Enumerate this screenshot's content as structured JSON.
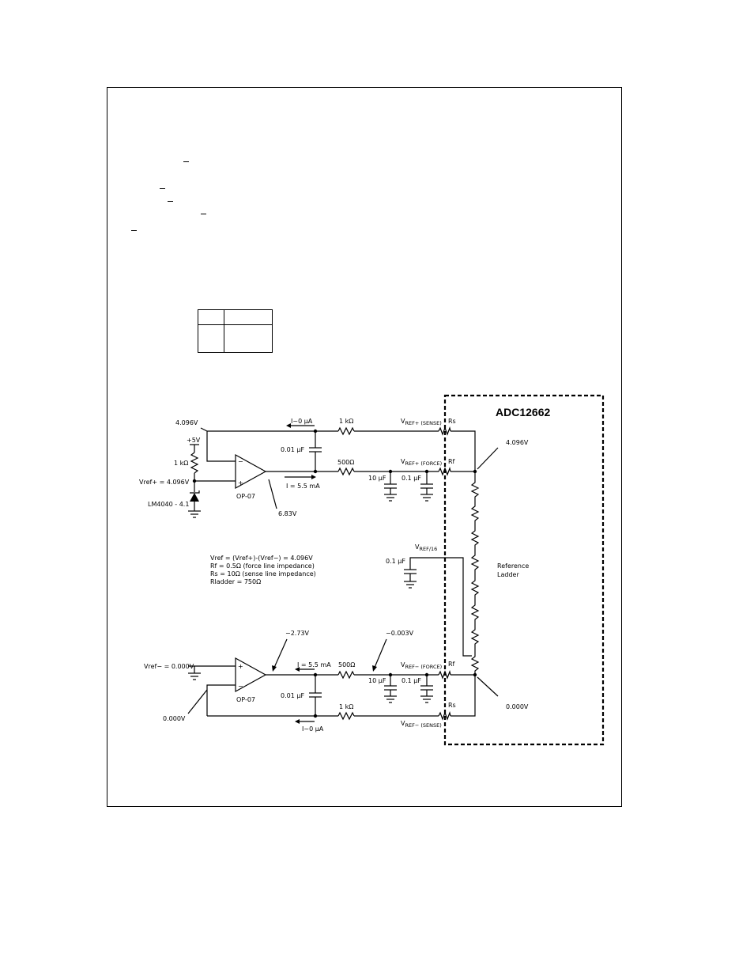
{
  "chip": {
    "name": "ADC12662"
  },
  "top_circuit": {
    "node_voltage": "4.096V",
    "supply": "+5V",
    "bias_resistor": "1 kΩ",
    "vref_plus_label": "Vref+ = 4.096V",
    "reference_diode": "LM4040 - 4.1",
    "opamp": "OP-07",
    "opamp_output": "6.83V",
    "cap_feedback": "0.01 μF",
    "sense_current": "I~0 μA",
    "sense_resistor": "1 kΩ",
    "force_current": "I = 5.5 mA",
    "force_resistor": "500Ω",
    "cap_10uf": "10 μF",
    "cap_01uf": "0.1 μF",
    "sense_pin_prefix": "V",
    "sense_pin_sub": "REF+ (SENSE)",
    "force_pin_prefix": "V",
    "force_pin_sub": "REF+ (FORCE)",
    "rs": "Rs",
    "rf": "Rf",
    "ladder_top_voltage": "4.096V"
  },
  "middle": {
    "vref16_prefix": "V",
    "vref16_sub": "REF/16",
    "cap": "0.1 μF",
    "ladder_label_line1": "Reference",
    "ladder_label_line2": "Ladder",
    "notes": [
      "Vref = (Vref+)-(Vref−) = 4.096V",
      "Rf = 0.5Ω  (force line impedance)",
      "Rs = 10Ω  (sense line impedance)",
      "Rladder = 750Ω"
    ]
  },
  "bottom_circuit": {
    "vref_minus_label": "Vref− = 0.000V",
    "node_voltage": "0.000V",
    "opamp": "OP-07",
    "opamp_output": "−2.73V",
    "force_line_voltage": "−0.003V",
    "force_current": "I = 5.5 mA",
    "force_resistor": "500Ω",
    "cap_feedback": "0.01 μF",
    "sense_resistor": "1 kΩ",
    "sense_current": "I~0 μA",
    "cap_10uf": "10 μF",
    "cap_01uf": "0.1 μF",
    "force_pin_prefix": "V",
    "force_pin_sub": "REF− (FORCE)",
    "sense_pin_prefix": "V",
    "sense_pin_sub": "REF− (SENSE)",
    "rs": "Rs",
    "rf": "Rf",
    "ladder_bottom_voltage": "0.000V"
  },
  "op_plus": "+",
  "op_minus": "−"
}
